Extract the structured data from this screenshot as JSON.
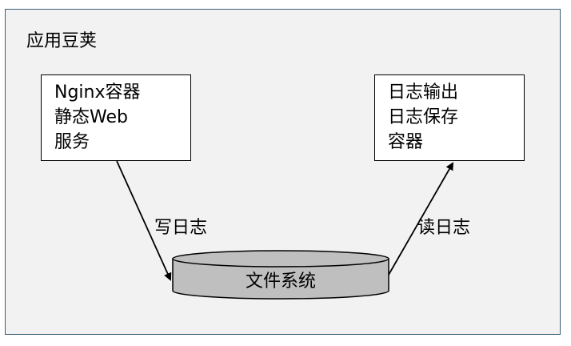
{
  "pod": {
    "title": "应用豆荚"
  },
  "nginx_container": {
    "lines": [
      "Nginx容器",
      "静态Web",
      "服务"
    ]
  },
  "log_container": {
    "lines": [
      "日志输出",
      "日志保存",
      "容器"
    ]
  },
  "edges": {
    "write_label": "写日志",
    "read_label": "读日志"
  },
  "filesystem": {
    "label": "文件系统",
    "fill_color": "#bfbfbf"
  },
  "colors": {
    "pod_border": "#3b5f78",
    "pod_fill": "#f2f2f2"
  }
}
